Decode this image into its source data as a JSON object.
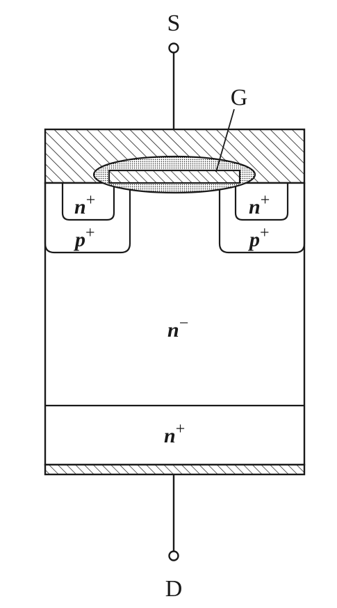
{
  "terminals": {
    "source": "S",
    "gate": "G",
    "drain": "D"
  },
  "regions": {
    "n_plus_left": {
      "base": "n",
      "sup": "+"
    },
    "p_plus_left": {
      "base": "p",
      "sup": "+"
    },
    "n_plus_right": {
      "base": "n",
      "sup": "+"
    },
    "p_plus_right": {
      "base": "p",
      "sup": "+"
    },
    "drift": {
      "base": "n",
      "sup": "−"
    },
    "substrate": {
      "base": "n",
      "sup": "+"
    }
  },
  "colors": {
    "ink": "#1a1a1a",
    "background": "#ffffff"
  }
}
